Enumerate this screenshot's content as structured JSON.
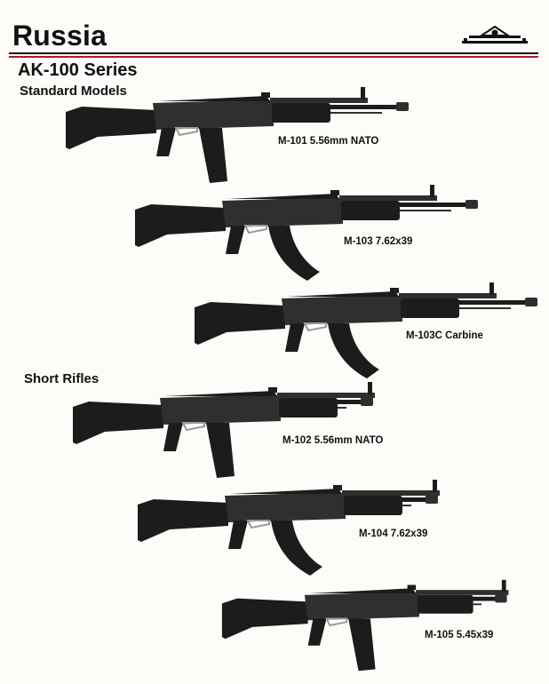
{
  "header": {
    "country": "Russia",
    "series": "AK-100 Series",
    "logo_icon": "publisher-logo-icon"
  },
  "sections": [
    {
      "heading": "Standard Models"
    },
    {
      "heading": "Short Rifles"
    }
  ],
  "rifles": [
    {
      "label": "M-101 5.56mm NATO",
      "magazine": "straight",
      "muzzle": "long"
    },
    {
      "label": "M-103 7.62x39",
      "magazine": "curved",
      "muzzle": "long"
    },
    {
      "label": "M-103C Carbine",
      "magazine": "curved",
      "muzzle": "long"
    },
    {
      "label": "M-102 5.56mm NATO",
      "magazine": "straight",
      "muzzle": "short"
    },
    {
      "label": "M-104 7.62x39",
      "magazine": "curved",
      "muzzle": "short"
    },
    {
      "label": "M-105 5.45x39",
      "magazine": "straight",
      "muzzle": "short"
    }
  ],
  "colors": {
    "accent_rule": "#b0192b",
    "rifle_dark": "#1c1c1c",
    "rifle_mid": "#2f2f2f",
    "trigger_guard": "#9a9a9a"
  }
}
